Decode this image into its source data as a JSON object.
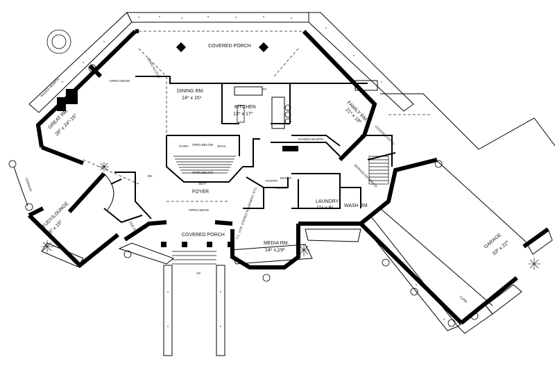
{
  "rooms": {
    "covered_porch_rear": "COVERED PORCH",
    "music_alcove": "MUSIC ALCOVE",
    "open_above_left": "OPEN ABOVE",
    "dining": {
      "name": "DINING RM.",
      "dim": "14⁰ x 15⁴"
    },
    "kitchen": {
      "name": "KITCHEN",
      "dim": "13⁰ x 17⁰"
    },
    "family": {
      "name": "FAMILY RM.",
      "dim": "21⁶ x 19⁰"
    },
    "great": {
      "name": "GREAT RM.",
      "dim": "28⁰ x 24⁰-16⁰"
    },
    "raised_hearth": "RAISED HEARTH",
    "terrace": "TERRACE",
    "study": {
      "name": "STUDY/LOUNGE",
      "dim": "18⁰ x 15⁰"
    },
    "powder": "PDR RM.",
    "foyer": "FOYER",
    "seat": "SEAT",
    "open_below_stair": "OPEN BELOW",
    "open_above_foyer": "OPEN ABOVE",
    "china": "CHINA",
    "open_below_bridge": "OPEN BELOW",
    "shvs": "SHVS",
    "covered_porch_front": "COVERED PORCH",
    "media": {
      "name": "MEDIA RM.",
      "dim": "14⁶ x 19²"
    },
    "tv_equipment": "T.V., VCR, STEREO EQUIPMENT, ETC.",
    "pantry": "PANTRY",
    "books1": "BOOKS",
    "books2": "BOOKS",
    "laundry": {
      "name": "LAUNDRY",
      "dim": "11⁴ x 9⁶"
    },
    "wash": "WASH RM.",
    "service_entrance": "SERVICE ENTRANCE",
    "covered_entry": "COVERED ENTRY",
    "raised_hearth_family": "RAISED HEARTH",
    "garage": {
      "name": "GARAGE",
      "dim": "33⁰ x 22⁰"
    },
    "dn": "DN",
    "up": "UP",
    "ov": "OV",
    "curb": "CURB"
  },
  "colors": {
    "wall": "#000000",
    "paper": "#ffffff",
    "planting": "#333333"
  }
}
